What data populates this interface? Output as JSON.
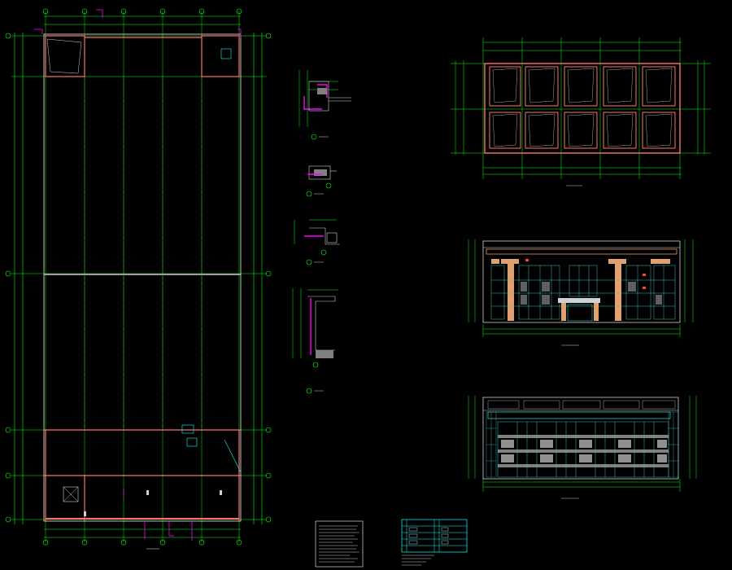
{
  "drawing": {
    "background": "#000000",
    "colors": {
      "grid_green": "#00ff00",
      "wall_red": "#ff7070",
      "line_white": "#d0d0d0",
      "dash_grey": "#808080",
      "magenta": "#ff00ff",
      "cyan": "#00ffff",
      "glass_teal": "#40c0c0",
      "pilaster_tan": "#e0a070",
      "panel_grey": "#909090"
    },
    "views": [
      {
        "id": "main-plan",
        "label": "",
        "icon": "floor-plan-icon"
      },
      {
        "id": "detail-1",
        "label": "",
        "icon": "section-detail-icon"
      },
      {
        "id": "detail-2",
        "label": "",
        "icon": "section-detail-icon"
      },
      {
        "id": "detail-3",
        "label": "",
        "icon": "section-detail-icon"
      },
      {
        "id": "detail-4",
        "label": "",
        "icon": "section-detail-icon"
      },
      {
        "id": "roof-plan",
        "label": "",
        "icon": "roof-plan-icon"
      },
      {
        "id": "front-elevation",
        "label": "",
        "icon": "elevation-icon"
      },
      {
        "id": "rear-elevation",
        "label": "",
        "icon": "elevation-icon"
      }
    ],
    "notes_block": {
      "icon": "notes-table-icon"
    },
    "legend_block": {
      "icon": "legend-table-icon"
    }
  }
}
